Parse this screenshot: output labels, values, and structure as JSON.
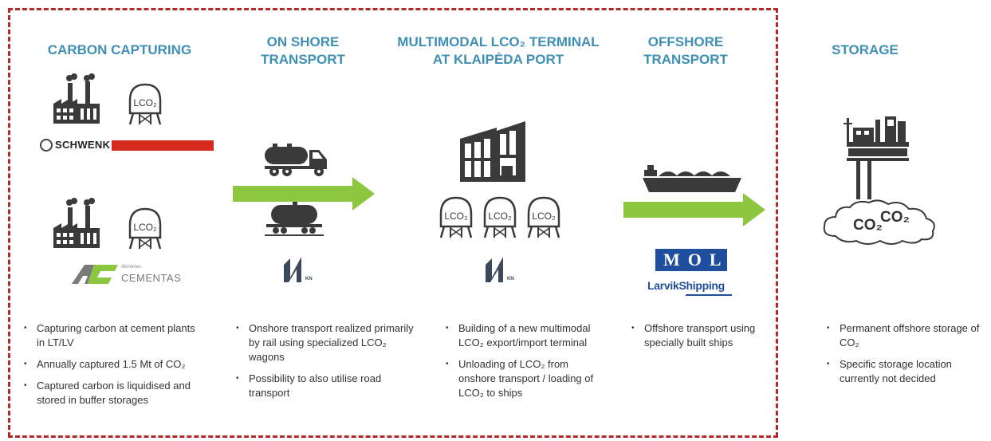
{
  "sections": {
    "carbon_capturing": {
      "title": "CARBON CAPTURING",
      "bullets": [
        "Capturing carbon at cement plants in LT/LV",
        "Annually captured 1.5 Mt of CO₂",
        "Captured carbon is liquidised and stored in buffer storages"
      ]
    },
    "onshore": {
      "title_line1": "ON SHORE",
      "title_line2": "TRANSPORT",
      "bullets": [
        "Onshore transport realized primarily by rail using specialized LCO₂ wagons",
        "Possibility to also utilise road transport"
      ]
    },
    "terminal": {
      "title_line1": "MULTIMODAL LCO₂ TERMINAL",
      "title_line2": "AT KLAIPĖDA PORT",
      "bullets": [
        "Building of a new multimodal LCO₂ export/import terminal",
        "Unloading of LCO₂ from onshore transport / loading of LCO₂ to ships"
      ]
    },
    "offshore": {
      "title_line1": "OFFSHORE",
      "title_line2": "TRANSPORT",
      "bullets": [
        "Offshore transport using specially built ships"
      ]
    },
    "storage": {
      "title": "STORAGE",
      "bullets": [
        "Permanent offshore storage of CO₂",
        "Specific storage location currently not decided"
      ]
    }
  },
  "logos": {
    "schwenk": "SCHWENK",
    "akmenes_small": "Akmenes",
    "cementas": "CEMENTAS",
    "kn": "KN",
    "mol": "MOL",
    "larvik": "LarvikShipping"
  },
  "tank_label": "LCO₂",
  "cloud_co2_a": "CO₂",
  "cloud_co2_b": "CO₂",
  "colors": {
    "title": "#3f8fb5",
    "arrow": "#8dc63f",
    "frame": "#b02a2a",
    "icon": "#3a3a3a",
    "schwenk_red": "#d52b1e",
    "mol_blue": "#1f4e9c"
  }
}
